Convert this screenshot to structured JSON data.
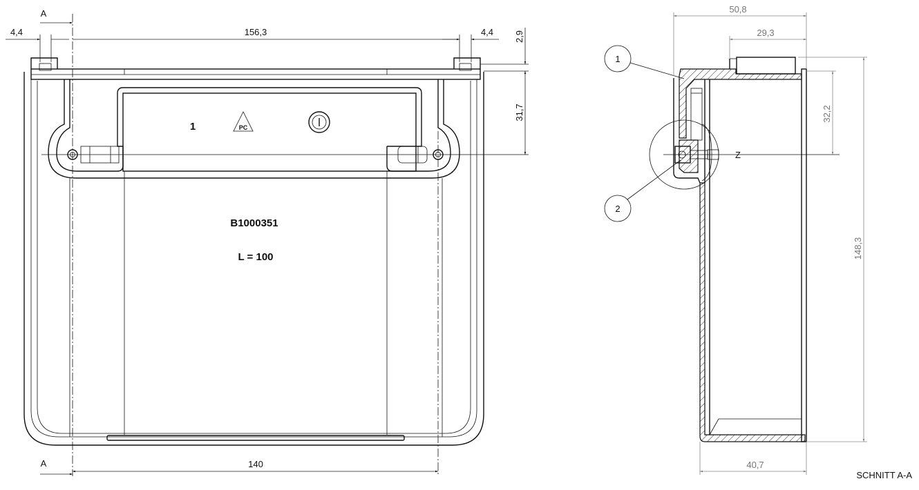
{
  "front_view": {
    "section_marker_top": "A",
    "section_marker_bottom": "A",
    "dim_left_tab": "4,4",
    "dim_overall_width": "156,3",
    "dim_right_tab": "4,4",
    "dim_tab_height": "2,9",
    "dim_hinge_height": "31,7",
    "dim_hinge_spacing": "140",
    "label_part_number": "1",
    "recycling_logo": "PC",
    "article_number": "B1000351",
    "length_label": "L = 100"
  },
  "section_view": {
    "dim_total_depth": "50,8",
    "dim_tab_depth": "29,3",
    "dim_hinge_offset": "32,2",
    "dim_total_height": "148,3",
    "dim_bottom_depth": "40,7",
    "callout_1": "1",
    "callout_2": "2",
    "detail_label": "Z",
    "title": "SCHNITT A-A"
  }
}
